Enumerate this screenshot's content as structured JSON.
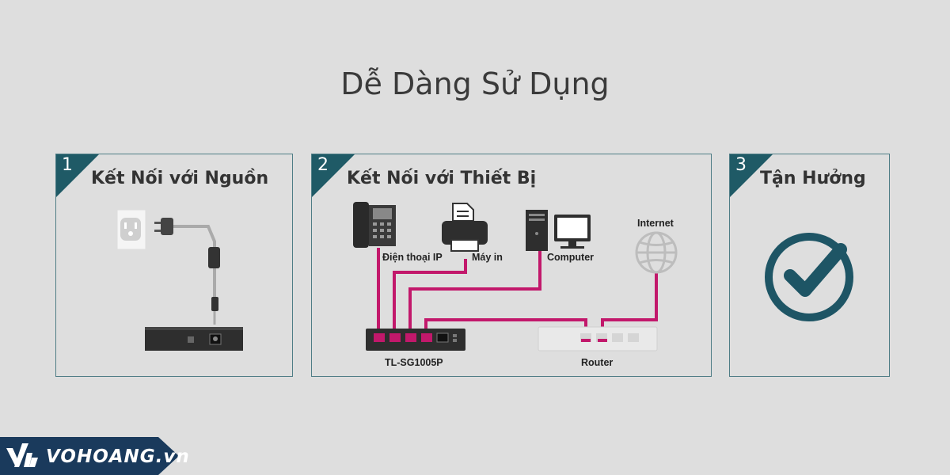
{
  "title": "Dễ Dàng Sử Dụng",
  "steps": [
    {
      "number": "1",
      "title": "Kết Nối với Nguồn"
    },
    {
      "number": "2",
      "title": "Kết Nối với Thiết Bị"
    },
    {
      "number": "3",
      "title": "Tận Hưởng"
    }
  ],
  "devices": {
    "ip_phone": "Điện thoại IP",
    "printer": "Máy in",
    "computer": "Computer",
    "internet": "Internet",
    "switch": "TL-SG1005P",
    "router": "Router"
  },
  "brand": {
    "name": "VOHOANG.vn"
  },
  "colors": {
    "accent": "#1f5a66",
    "cable": "#c2186b",
    "check": "#1e5565"
  }
}
